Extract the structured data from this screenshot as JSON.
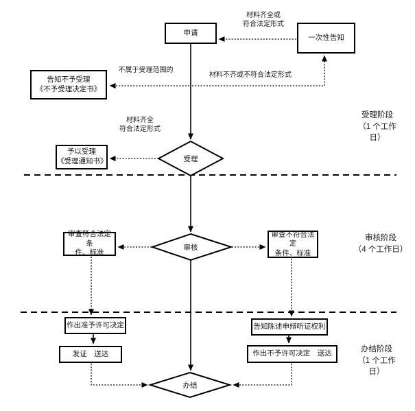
{
  "colors": {
    "line": "#000000",
    "text": "#1a1a1a",
    "background": "#ffffff"
  },
  "diagram": {
    "nodes": {
      "apply": "申请",
      "one_time_notice": "一次性告知",
      "reject_notice": "告知不予受理\n《不予受理决定书》",
      "accept_notice": "予以受理\n《受理通知书》",
      "accept_review": "受理",
      "review": "审核",
      "review_pass": "审查符合法定条\n件、标准",
      "review_fail": "审查不符合法定\n条件、标准",
      "grant_decision": "作出准予许可决定",
      "issue_deliver": "发证　送达",
      "notify_rights": "告知陈述申辩听证权利",
      "deny_decision": "作出不予许可决定　送达",
      "finish": "办结"
    },
    "edge_labels": {
      "materials_complete_or_legal": "材料齐全或\n符合法定形式",
      "not_in_scope": "不属于受理范围的",
      "materials_incomplete": "材料不齐或不符合法定形式",
      "materials_complete_legal": "材料齐全\n符合法定形式"
    },
    "phases": [
      {
        "label": "受理阶段\n（1 个工作\n日）"
      },
      {
        "label": "审核阶段\n（4 个工作日）"
      },
      {
        "label": "办结阶段\n（1 个工作\n日）"
      }
    ]
  }
}
